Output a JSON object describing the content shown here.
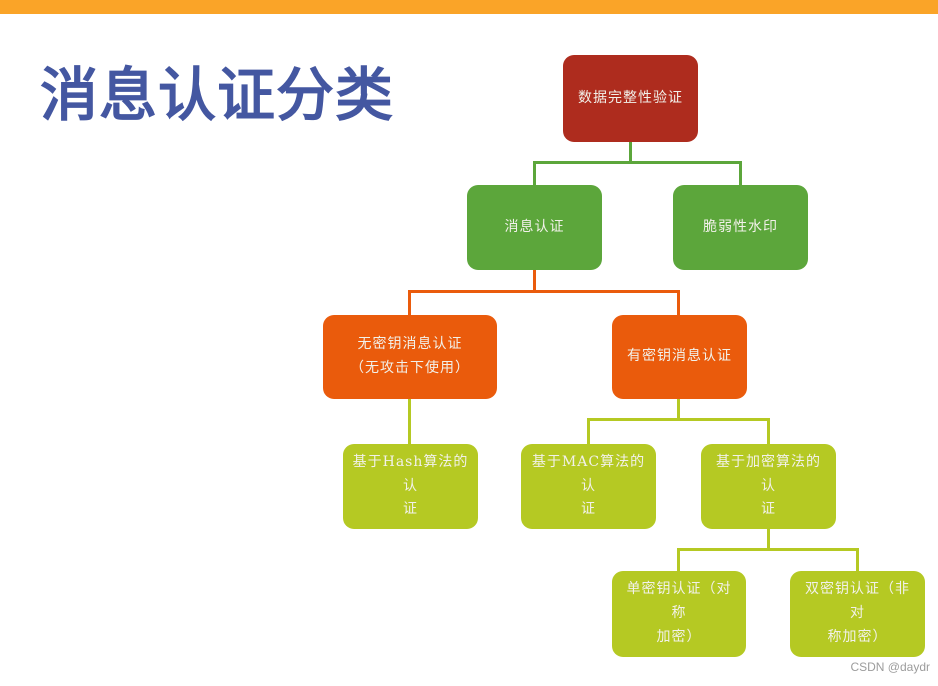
{
  "page": {
    "title": "消息认证分类",
    "watermark": "CSDN @daydr"
  },
  "colors": {
    "top_bar": "#FAA428",
    "title_text": "#4457A1",
    "root_box": "#AE2C1E",
    "level2_box": "#5CA63B",
    "level3_box": "#EA5B0C",
    "level4_box": "#B5C923",
    "node_text": "#F2F1EA",
    "watermark_text": "#9C9C9C"
  },
  "diagram": {
    "nodes": {
      "root": {
        "label": "数据完整性验证"
      },
      "message_auth": {
        "label": "消息认证"
      },
      "fragile_watermark": {
        "label": "脆弱性水印"
      },
      "keyless_auth": {
        "label": "无密钥消息认证\n（无攻击下使用）"
      },
      "keyed_auth": {
        "label": "有密钥消息认证"
      },
      "hash_auth": {
        "label": "基于Hash算法的认\n证"
      },
      "mac_auth": {
        "label": "基于MAC算法的认\n证"
      },
      "encryption_auth": {
        "label": "基于加密算法的认\n证"
      },
      "single_key_auth": {
        "label": "单密钥认证（对称\n加密）"
      },
      "double_key_auth": {
        "label": "双密钥认证（非对\n称加密）"
      }
    },
    "edges": [
      "数据完整性验证 -> 消息认证",
      "数据完整性验证 -> 脆弱性水印",
      "消息认证 -> 无密钥消息认证（无攻击下使用）",
      "消息认证 -> 有密钥消息认证",
      "无密钥消息认证（无攻击下使用） -> 基于Hash算法的认证",
      "有密钥消息认证 -> 基于MAC算法的认证",
      "有密钥消息认证 -> 基于加密算法的认证",
      "基于加密算法的认证 -> 单密钥认证（对称加密）",
      "基于加密算法的认证 -> 双密钥认证（非对称加密）"
    ]
  }
}
